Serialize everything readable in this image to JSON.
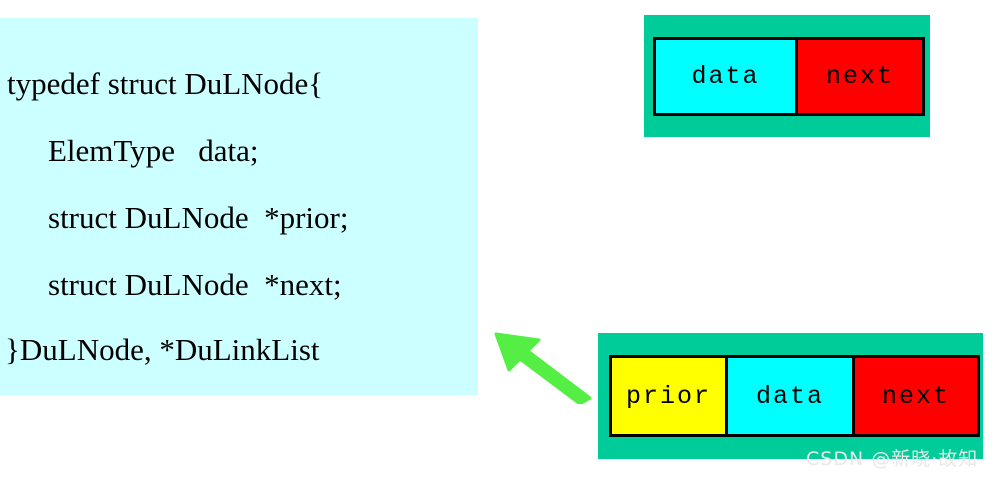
{
  "code_panel": {
    "background_color": "#ccffff",
    "lines": [
      "typedef struct DuLNode{",
      "ElemType   data;",
      "struct DuLNode  *prior;",
      "struct DuLNode  *next;",
      "}DuLNode, *DuLinkList"
    ]
  },
  "diagrams": {
    "single_node": {
      "frame_color": "#00cc99",
      "cells": [
        {
          "label": "data",
          "color": "#00ffff"
        },
        {
          "label": "next",
          "color": "#ff0000"
        }
      ]
    },
    "double_node": {
      "frame_color": "#00cc99",
      "cells": [
        {
          "label": "prior",
          "color": "#ffff00"
        },
        {
          "label": "data",
          "color": "#00ffff"
        },
        {
          "label": "next",
          "color": "#ff0000"
        }
      ]
    }
  },
  "arrow": {
    "color": "#55ee44",
    "direction": "up-left"
  },
  "watermark": {
    "text": "CSDN @新晓·故知"
  }
}
